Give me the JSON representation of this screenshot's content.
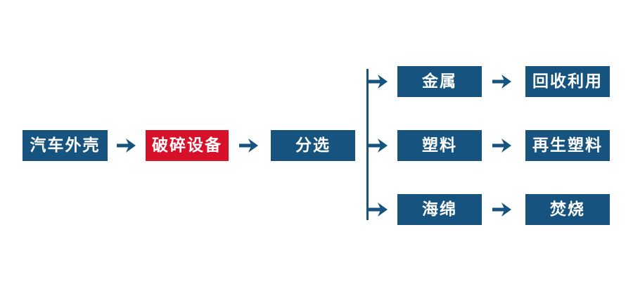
{
  "colors": {
    "node_blue": "#16537e",
    "node_red": "#d8112b",
    "arrow_blue": "#16537e",
    "node_text": "#ffffff",
    "background": "#ffffff"
  },
  "nodes": {
    "car_shell": "汽车外壳",
    "crushing_equipment": "破碎设备",
    "sorting": "分选",
    "metal": "金属",
    "recycling": "回收利用",
    "plastic": "塑料",
    "recycled_plastic": "再生塑料",
    "sponge": "海绵",
    "incineration": "焚烧"
  },
  "flow": {
    "main_sequence": [
      "汽车外壳",
      "破碎设备",
      "分选"
    ],
    "branches": [
      {
        "material": "金属",
        "outcome": "回收利用"
      },
      {
        "material": "塑料",
        "outcome": "再生塑料"
      },
      {
        "material": "海绵",
        "outcome": "焚烧"
      }
    ]
  }
}
